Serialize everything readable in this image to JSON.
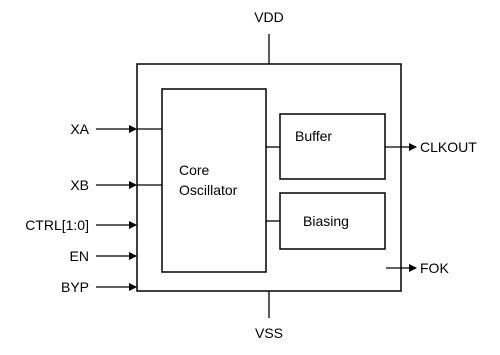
{
  "diagram": {
    "supply_top": "VDD",
    "supply_bottom": "VSS",
    "blocks": {
      "core_line1": "Core",
      "core_line2": "Oscillator",
      "buffer": "Buffer",
      "biasing": "Biasing"
    },
    "inputs": [
      "XA",
      "XB",
      "CTRL[1:0]",
      "EN",
      "BYP"
    ],
    "outputs": [
      "CLKOUT",
      "FOK"
    ]
  }
}
